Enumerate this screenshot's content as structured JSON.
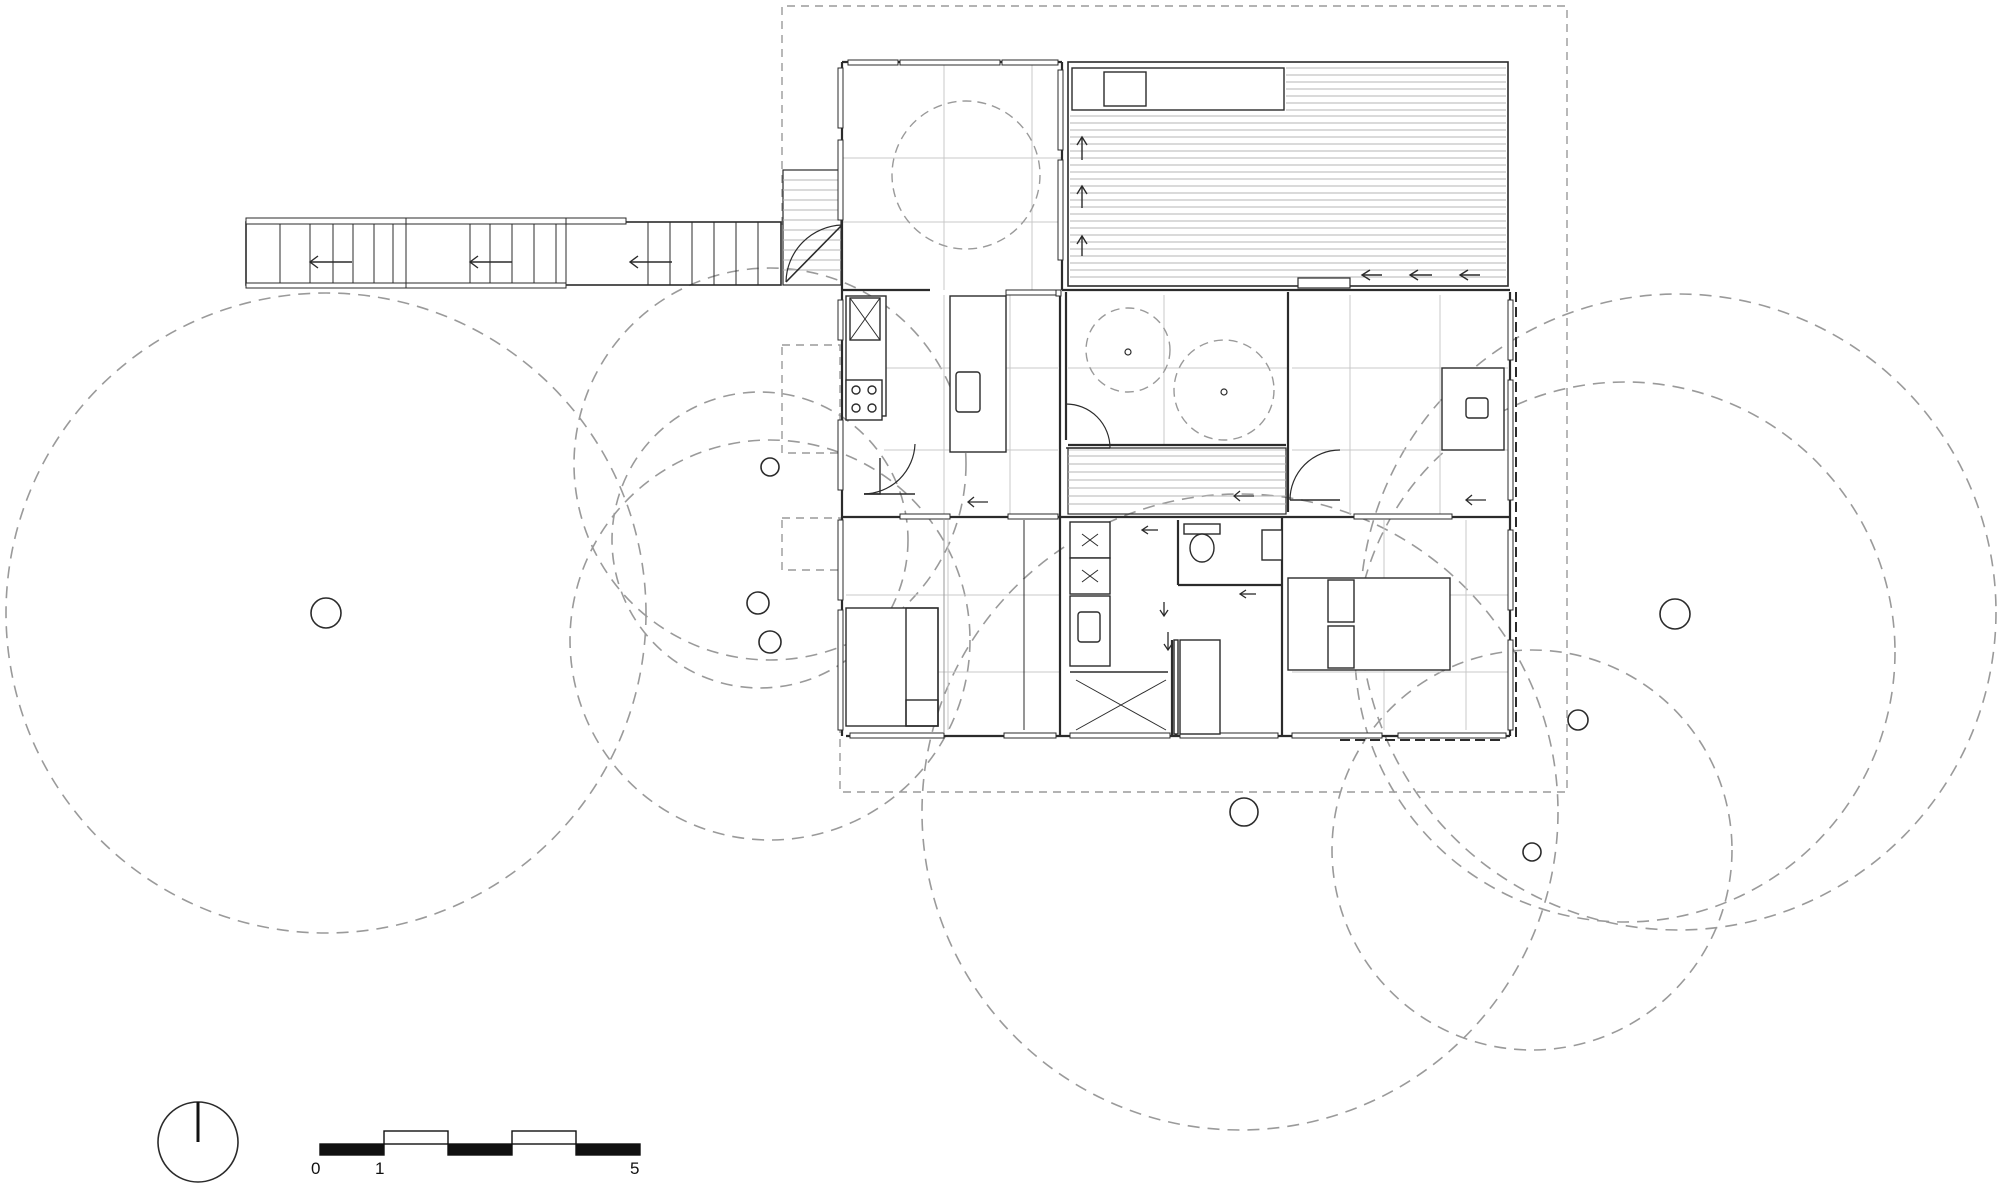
{
  "scale_bar": {
    "labels": [
      "0",
      "1",
      "5"
    ]
  },
  "north_arrow": {
    "icon": "north-arrow-icon"
  },
  "colors": {
    "wall": "#2b2b2b",
    "tree_canopy": "#9a9a9a",
    "grid_line": "#c8c8c8",
    "deck_hatch": "#b5b5b5"
  }
}
